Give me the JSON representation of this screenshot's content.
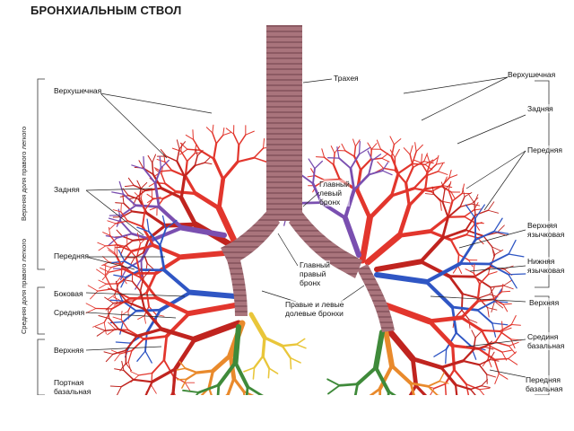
{
  "header": {
    "title": "БРОНХИАЛЬНЫМ СТВОЛ"
  },
  "labels": {
    "trachea": "Трахея",
    "main_left": "Главный\nлевый\nбронх",
    "main_right": "Главный\nправый\nбронх",
    "lobar": "Правые и левые\nдолевые бронхи",
    "r_apical": "Верхушечная",
    "r_posterior": "Задняя",
    "r_anterior": "Передняя",
    "r_lateral": "Боковая",
    "r_middle": "Средняя",
    "r_superior": "Верхняя",
    "r_posterior_basal": "Портная\nбазальная",
    "l_apical": "Верхушечная",
    "l_posterior": "Задняя",
    "l_anterior": "Передняя",
    "l_upper_lingular": "Верхняя\nязычковая",
    "l_lower_lingular": "Нижняя\nязычковая",
    "l_superior": "Верхняя",
    "l_medial_basal": "Срединя\nбазальная",
    "l_anterior_basal": "Передняя\nбазальная"
  },
  "side_labels": {
    "upper": "Верхняя доля правого легкого",
    "middle": "Средняя доля правого легкого"
  },
  "colors": {
    "trachea": "#a9747c",
    "trachea_ring": "#8c5a63",
    "red": "#e2362d",
    "dark_red": "#c0241f",
    "purple": "#7a4fb0",
    "blue": "#2f56c4",
    "orange": "#e98a2c",
    "yellow": "#e9c63a",
    "green": "#3f8a3a"
  }
}
